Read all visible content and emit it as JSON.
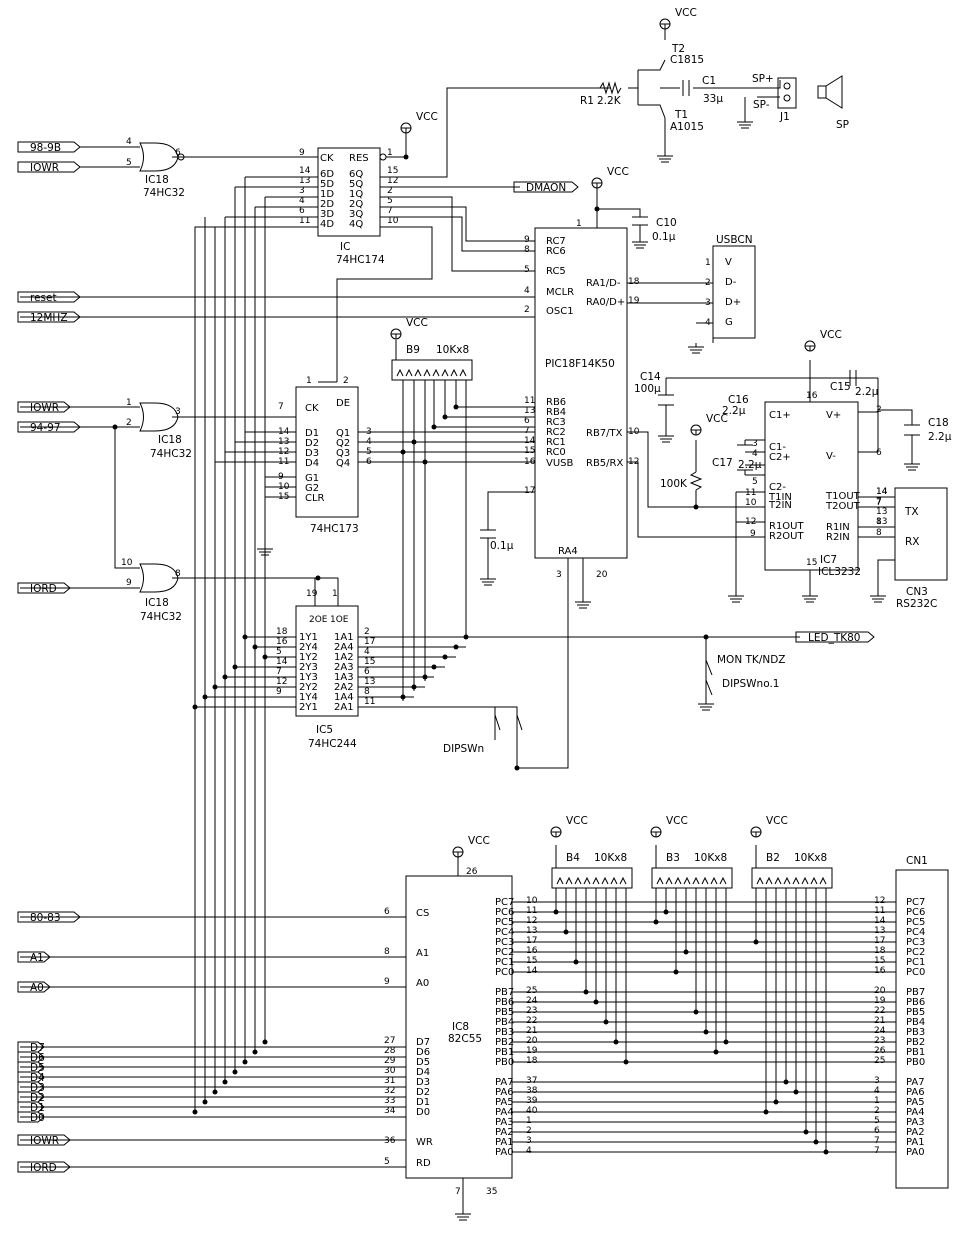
{
  "power": {
    "vcc": "VCC"
  },
  "io_labels": {
    "sel_98": "98-9B",
    "iowr": "IOWR",
    "reset": "reset",
    "clk": "12MHZ",
    "sel_94": "94-97",
    "iord": "IORD",
    "sel_80": "80-83",
    "a1": "A1",
    "a0": "A0",
    "d": [
      "D7",
      "D6",
      "D5",
      "D4",
      "D3",
      "D2",
      "D1",
      "D0"
    ],
    "dmaon": "DMAON",
    "led_tk80": "LED_TK80"
  },
  "chips": {
    "ic18": {
      "name": "IC18",
      "part": "74HC32"
    },
    "ic_174": {
      "name": "IC",
      "part": "74HC174",
      "left": [
        "CK",
        "6D",
        "5D",
        "1D",
        "2D",
        "3D",
        "4D"
      ],
      "right": [
        "RES",
        "6Q",
        "5Q",
        "1Q",
        "2Q",
        "3Q",
        "4Q"
      ]
    },
    "ic_173": {
      "part": "74HC173",
      "left": [
        "CK",
        "D1",
        "D2",
        "D3",
        "D4",
        "G1",
        "G2",
        "CLR"
      ],
      "right": [
        "DE",
        "Q1",
        "Q2",
        "Q3",
        "Q4"
      ]
    },
    "ic5": {
      "name": "IC5",
      "part": "74HC244",
      "left": [
        "1Y1",
        "2Y4",
        "1Y2",
        "2Y3",
        "1Y3",
        "2Y2",
        "1Y4",
        "2Y1"
      ],
      "right": [
        "1A1",
        "2A4",
        "1A2",
        "2A3",
        "1A3",
        "2A2",
        "1A4",
        "2A1"
      ],
      "top": [
        "2OE",
        "1OE"
      ]
    },
    "pic": {
      "part": "PIC18F14K50",
      "left": [
        "RC7",
        "RC6",
        "RC5",
        "MCLR",
        "OSC1",
        "RB6",
        "RB4",
        "RC3",
        "RC2",
        "RC1",
        "RC0",
        "VUSB"
      ],
      "right": [
        "RA1/D-",
        "RA0/D+",
        "RB7/TX",
        "RB5/RX"
      ],
      "bottom": [
        "RA4"
      ]
    },
    "ic7": {
      "name": "IC7",
      "part": "ICL3232",
      "left": [
        "C1+",
        "C1-",
        "C2+",
        "C2-",
        "T1IN",
        "T2IN",
        "R1OUT",
        "R2OUT"
      ],
      "right": [
        "V+",
        "V-",
        "T1OUT",
        "T2OUT",
        "R1IN",
        "R2IN"
      ],
      "vcc": "VCC",
      "gnd": "GND"
    },
    "ic8": {
      "name": "IC8",
      "part": "82C55",
      "left": [
        "CS",
        "A1",
        "A0",
        "D7",
        "D6",
        "D5",
        "D4",
        "D3",
        "D2",
        "D1",
        "D0",
        "WR",
        "RD"
      ],
      "pc": [
        "PC7",
        "PC6",
        "PC5",
        "PC4",
        "PC3",
        "PC2",
        "PC1",
        "PC0"
      ],
      "pb": [
        "PB7",
        "PB6",
        "PB5",
        "PB4",
        "PB3",
        "PB2",
        "PB1",
        "PB0"
      ],
      "pa": [
        "PA7",
        "PA6",
        "PA5",
        "PA4",
        "PA3",
        "PA2",
        "PA1",
        "PA0"
      ]
    }
  },
  "pins": {
    "ic18_top": [
      "4",
      "5",
      "6"
    ],
    "ic18_mid": [
      "1",
      "2",
      "3"
    ],
    "ic18_bot": [
      "10",
      "9",
      "8"
    ],
    "ic174_left": [
      "9",
      "14",
      "13",
      "3",
      "4",
      "6",
      "11"
    ],
    "ic174_right": [
      "1",
      "15",
      "12",
      "2",
      "5",
      "7",
      "10"
    ],
    "ic173_left": [
      "7",
      "14",
      "13",
      "12",
      "11",
      "9",
      "10",
      "15"
    ],
    "ic173_right": [
      "3",
      "4",
      "5",
      "6"
    ],
    "ic173_top": [
      "1",
      "2"
    ],
    "ic5_left": [
      "18",
      "16",
      "5",
      "14",
      "7",
      "12",
      "9"
    ],
    "ic5_right": [
      "2",
      "17",
      "4",
      "15",
      "6",
      "13",
      "8",
      "11"
    ],
    "ic5_top": [
      "19",
      "1"
    ],
    "pic_left": [
      "9",
      "8",
      "5",
      "4",
      "2",
      "11",
      "13",
      "6",
      "7",
      "14",
      "15",
      "16",
      "17"
    ],
    "pic_right": [
      "18",
      "19",
      "10",
      "12"
    ],
    "pic_misc": [
      "1",
      "3",
      "20"
    ],
    "ic7": [
      "3",
      "4",
      "5",
      "11",
      "10",
      "12",
      "9",
      "16",
      "2",
      "6",
      "14",
      "7",
      "13",
      "8",
      "15"
    ],
    "ic8_left": [
      "6",
      "8",
      "9",
      "27",
      "28",
      "29",
      "30",
      "31",
      "32",
      "33",
      "34",
      "36",
      "5"
    ],
    "ic8_pc": [
      "10",
      "11",
      "12",
      "13",
      "17",
      "16",
      "15",
      "14"
    ],
    "ic8_pb": [
      "25",
      "24",
      "23",
      "22",
      "21",
      "20",
      "19",
      "18"
    ],
    "ic8_pa": [
      "37",
      "38",
      "39",
      "40",
      "1",
      "2",
      "3",
      "4"
    ],
    "ic8_misc": [
      "26",
      "7",
      "35"
    ],
    "cn1_pc": [
      "12",
      "11",
      "14",
      "13",
      "17",
      "18",
      "15",
      "16"
    ],
    "cn1_pb": [
      "20",
      "19",
      "22",
      "21",
      "24",
      "23",
      "26",
      "25"
    ],
    "cn1_pa": [
      "3",
      "4",
      "1",
      "2",
      "5",
      "6",
      "7",
      "7"
    ],
    "usb": [
      "1",
      "2",
      "3",
      "4"
    ],
    "cn3": [
      "14",
      "7",
      "13",
      "8"
    ]
  },
  "passives": {
    "t2": {
      "name": "T2",
      "part": "C1815"
    },
    "t1": {
      "name": "T1",
      "part": "A1015"
    },
    "c1": {
      "name": "C1",
      "value": "33μ"
    },
    "r1": {
      "name": "R1",
      "value": "2.2K"
    },
    "j1": {
      "name": "J1",
      "p": "SP+",
      "n": "SP-"
    },
    "sp": "SP",
    "c10": {
      "name": "C10",
      "value": "0.1μ"
    },
    "c14": {
      "name": "C14",
      "value": "100μ"
    },
    "c15": {
      "name": "C15",
      "value": "2.2μ"
    },
    "c16": {
      "name": "C16",
      "value": "2.2μ"
    },
    "c17": {
      "name": "C17",
      "value": "2.2μ"
    },
    "c18": {
      "name": "C18",
      "value": "2.2μ"
    },
    "r100k": "100K",
    "c_vusb": "0.1μ",
    "b9": {
      "name": "B9",
      "value": "10Kx8"
    },
    "b4": {
      "name": "B4",
      "value": "10Kx8"
    },
    "b3": {
      "name": "B3",
      "value": "10Kx8"
    },
    "b2": {
      "name": "B2",
      "value": "10Kx8"
    },
    "dipsw": "DIPSWn",
    "mon": {
      "label": "MON TK/NDZ",
      "sw": "DIPSWno.1"
    }
  },
  "connectors": {
    "usbcn": {
      "name": "USBCN",
      "pins": [
        "V",
        "D-",
        "D+",
        "G"
      ]
    },
    "cn3": {
      "name": "CN3",
      "part": "RS232C",
      "pins": [
        "TX",
        "RX"
      ]
    },
    "cn1": {
      "name": "CN1"
    }
  }
}
